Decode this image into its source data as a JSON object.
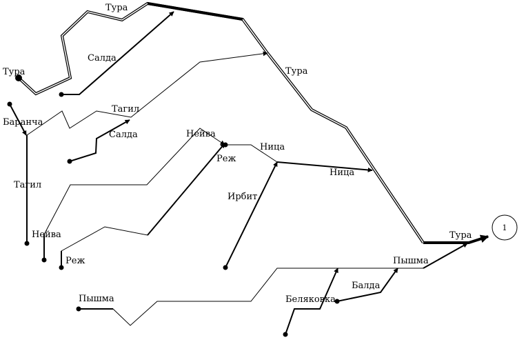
{
  "labels": {
    "tura_top": "Тура",
    "tura_left": "Тура",
    "tura_right": "Тура",
    "tura_mouth": "Тура",
    "salda_top": "Салда",
    "salda_mid": "Салда",
    "tagil_top": "Тагил",
    "tagil_left": "Тагил",
    "barancha": "Баранча",
    "neiva_mid": "Нейва",
    "neiva_left": "Нейва",
    "nitsa_top": "Ница",
    "nitsa_mid": "Ница",
    "rezh_mid": "Реж",
    "rezh_left": "Реж",
    "irbit": "Ирбит",
    "pyshma_left": "Пышма",
    "pyshma_right": "Пышма",
    "belyakovka": "Беляковка",
    "balda": "Балда",
    "outlet": "1"
  },
  "colors": {
    "line": "#000000",
    "background": "#ffffff"
  }
}
